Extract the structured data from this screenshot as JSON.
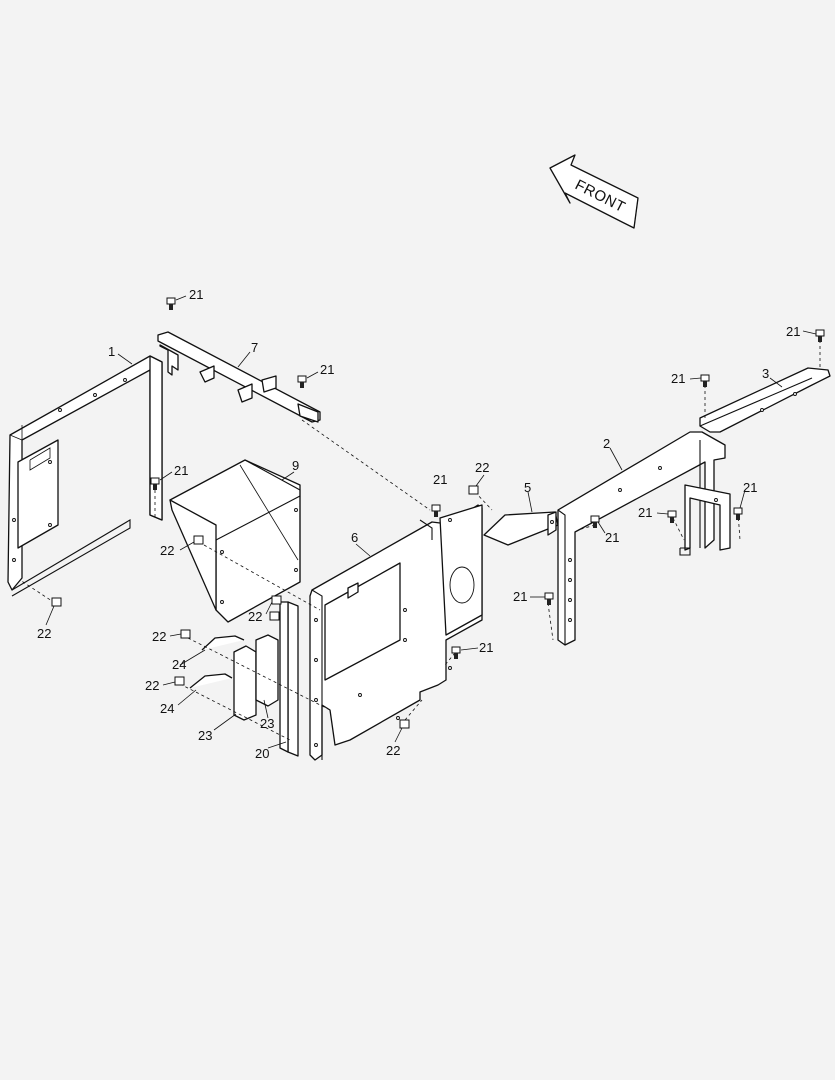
{
  "front_arrow": {
    "text": "FRONT"
  },
  "labels": {
    "p1": "1",
    "p2": "2",
    "p3": "3",
    "p5": "5",
    "p6": "6",
    "p7": "7",
    "p9": "9",
    "p20": "20",
    "b21_a": "21",
    "b21_b": "21",
    "b21_c": "21",
    "b21_d": "21",
    "b21_e": "21",
    "b21_f": "21",
    "b21_g": "21",
    "b21_h": "21",
    "b21_i": "21",
    "b21_j": "21",
    "b21_k": "21",
    "n22_a": "22",
    "n22_b": "22",
    "n22_c": "22",
    "n22_d": "22",
    "n22_e": "22",
    "n22_f": "22",
    "n22_g": "22",
    "p23_a": "23",
    "p23_b": "23",
    "p24_a": "24",
    "p24_b": "24"
  }
}
